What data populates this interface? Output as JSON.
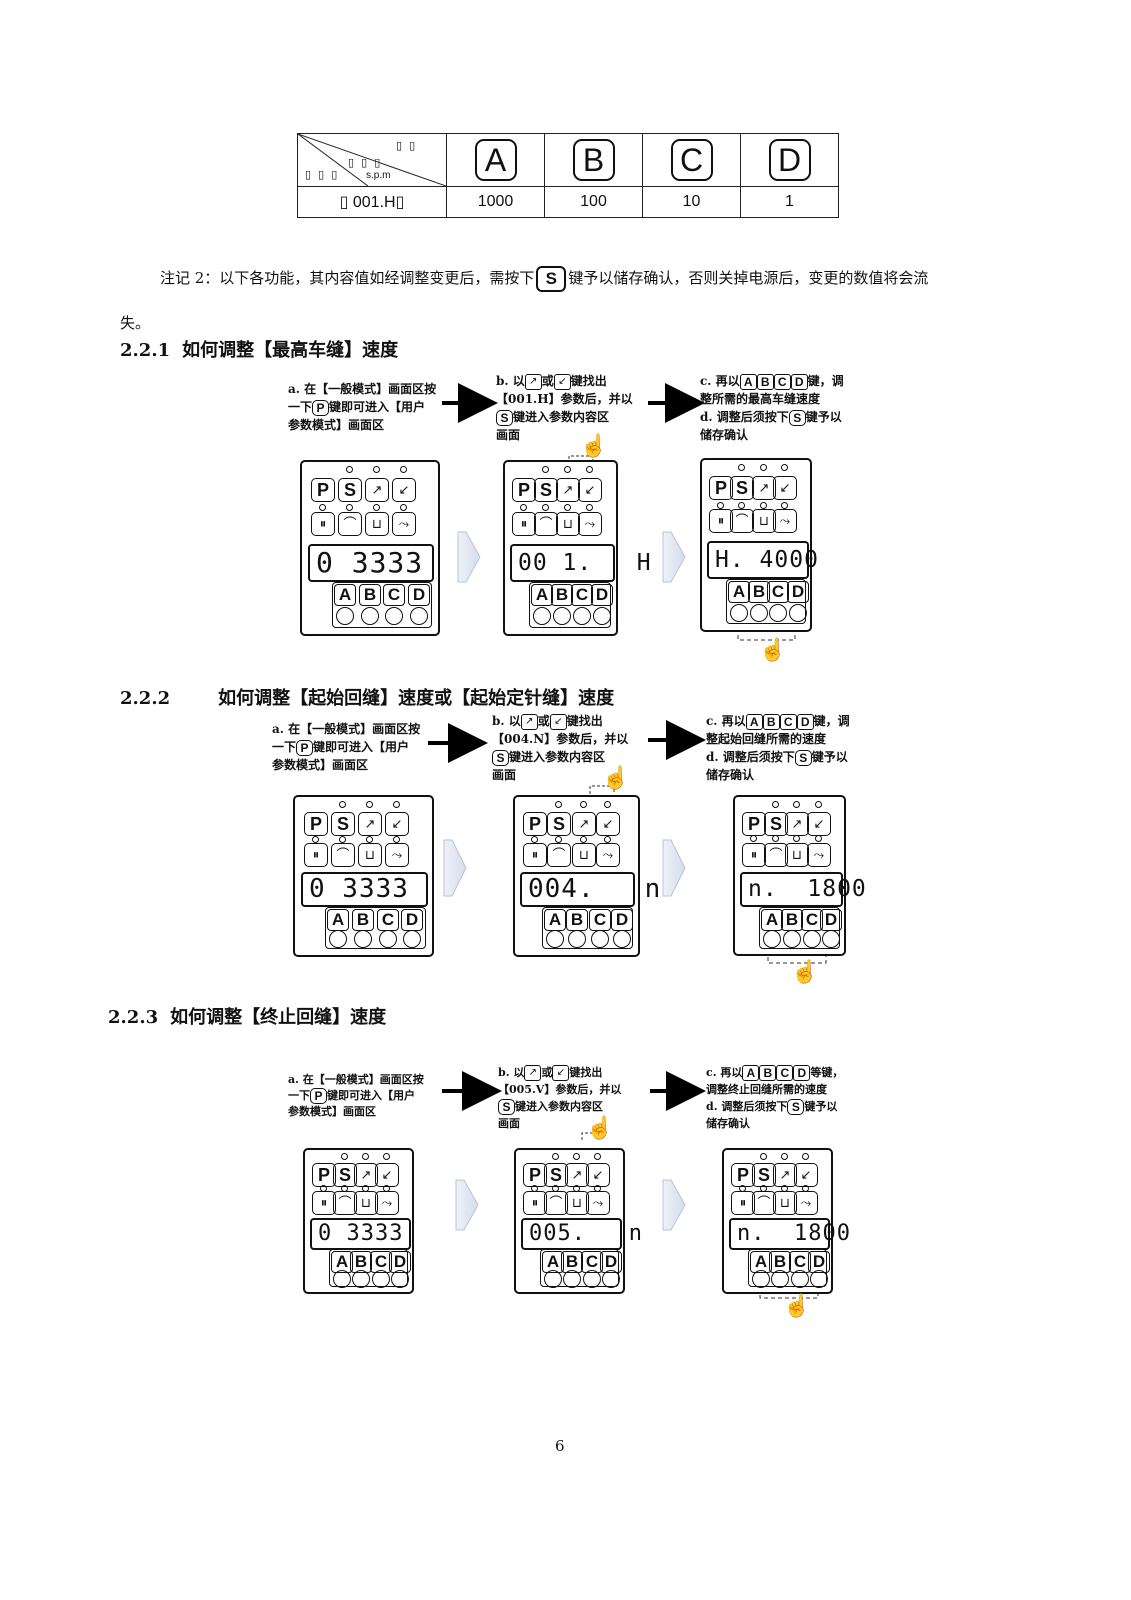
{
  "table": {
    "header_cells": [
      "A",
      "B",
      "C",
      "D"
    ],
    "diag_labels": [
      "▯ ▯",
      "▯ ▯ ▯",
      "▯ ▯ ▯",
      "s.p.m"
    ],
    "row_label": "▯ 001.H▯",
    "row_values": [
      "1000",
      "100",
      "10",
      "1"
    ]
  },
  "note": {
    "prefix": "注记 2：以下各功能，其内容值如经调整变更后，需按下",
    "key": "S",
    "suffix": "键予以储存确认，否则关掉电源后，变更的数值将会流",
    "tail": "失。"
  },
  "sections": [
    {
      "num": "2.2.1",
      "title": "如何调整【最高车缝】速度",
      "steps": {
        "a1": "a. 在【一般模式】画面区按",
        "a2a": "一下",
        "a2b": "键即可进入【用户",
        "a3": "参数模式】画面区",
        "b1a": "b. 以",
        "b1b": "或",
        "b1c": "键找出",
        "b2": "【001.H】参数后，并以",
        "b3": "键进入参数内容区",
        "b4": "画面",
        "c1a": "c. 再以",
        "c1b": "键，调",
        "c2": "整所需的最高车缝速度",
        "d1a": "d. 调整后须按下",
        "d1b": "键予以",
        "d2": "储存确认"
      },
      "lcd": [
        "0 3333",
        "00 1.   H",
        "H. 4000"
      ]
    },
    {
      "num": "2.2.2",
      "title": "如何调整【起始回缝】速度或【起始定针缝】速度",
      "steps": {
        "a1": "a. 在【一般模式】画面区按",
        "a2a": "一下",
        "a2b": "键即可进入【用户",
        "a3": "参数模式】画面区",
        "b1a": "b. 以",
        "b1b": "或",
        "b1c": "键找出",
        "b2": "【004.N】参数后，并以",
        "b3": "键进入参数内容区",
        "b4": "画面",
        "c1a": "c. 再以",
        "c1b": "键，调",
        "c2": "整起始回缝所需的速度",
        "d1a": "d. 调整后须按下",
        "d1b": "键予以",
        "d2": "储存确认"
      },
      "lcd": [
        "0 3333",
        "004.   n",
        "n.  1800"
      ]
    },
    {
      "num": "2.2.3",
      "title": "如何调整【终止回缝】速度",
      "steps": {
        "a1": "a. 在【一般模式】画面区按",
        "a2a": "一下",
        "a2b": "键即可进入【用户",
        "a3": "参数模式】画面区",
        "b1a": "b. 以",
        "b1b": "或",
        "b1c": "键找出",
        "b2": "【005.V】参数后，并以",
        "b3": "键进入参数内容区",
        "b4": "画面",
        "c1a": "c. 再以",
        "c1b": "等键，",
        "c2": "调整终止回缝所需的速度",
        "d1a": "d. 调整后须按下",
        "d1b": "键予以",
        "d2": "储存确认"
      },
      "lcd": [
        "0 3333",
        "005.   n",
        "n.  1800"
      ]
    }
  ],
  "keys": {
    "p": "P",
    "s": "S",
    "a": "A",
    "b": "B",
    "c": "C",
    "d": "D"
  },
  "page_number": "6"
}
